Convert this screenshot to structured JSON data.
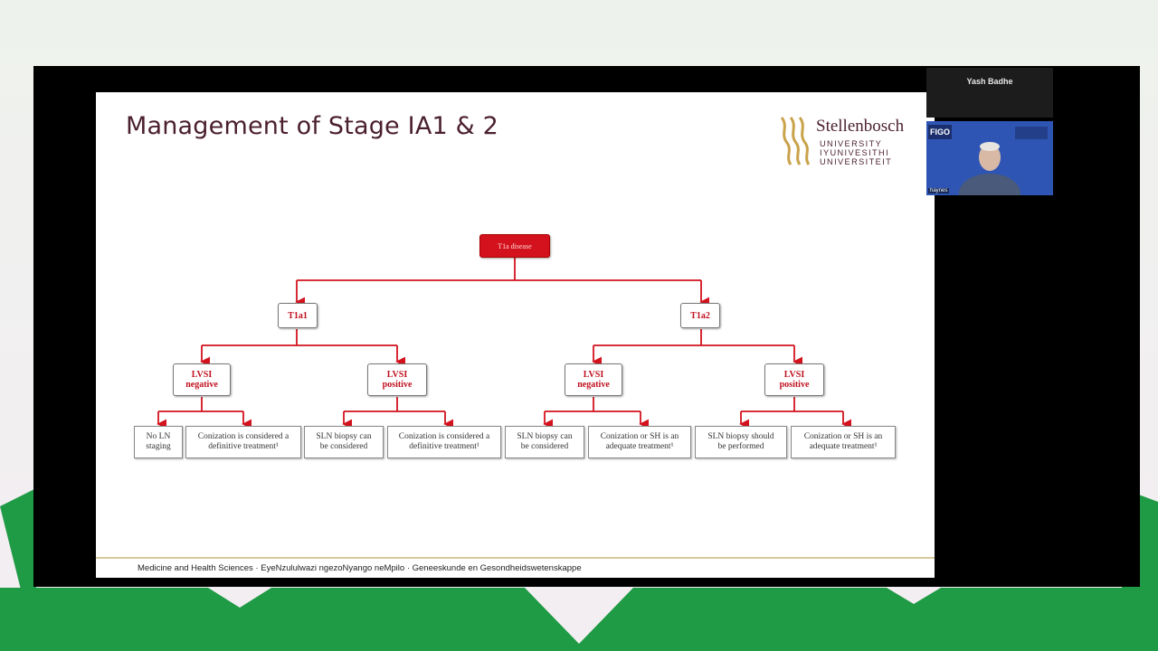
{
  "slide": {
    "title": "Management of Stage IA1 & 2",
    "footer": "Medicine and Health Sciences · EyeNzululwazi ngezoNyango neMpilo · Geneeskunde en Gesondheidswetenskappe"
  },
  "logo": {
    "name": "Stellenbosch",
    "lines": [
      "UNIVERSITY",
      "IYUNIVESITHI",
      "UNIVERSITEIT"
    ]
  },
  "flowchart": {
    "root": "T1a disease",
    "branches": [
      "T1a1",
      "T1a2"
    ],
    "lvsi": [
      "LVSI negative",
      "LVSI positive",
      "LVSI negative",
      "LVSI positive"
    ],
    "leaves": [
      "No LN staging",
      "Conization is considered a definitive treatment¹",
      "SLN biopsy can be considered",
      "Conization is considered a definitive treatment¹",
      "SLN biopsy can be considered",
      "Conization or SH is an adequate treatment¹",
      "SLN biopsy should be performed",
      "Conization or SH is an adequate treatment¹"
    ]
  },
  "participant": {
    "name": "Yash Badhe",
    "video_label": "haynes"
  },
  "colors": {
    "accent_red": "#d3121d",
    "title": "#4a1f2e",
    "brand_green": "#1f9a45"
  }
}
